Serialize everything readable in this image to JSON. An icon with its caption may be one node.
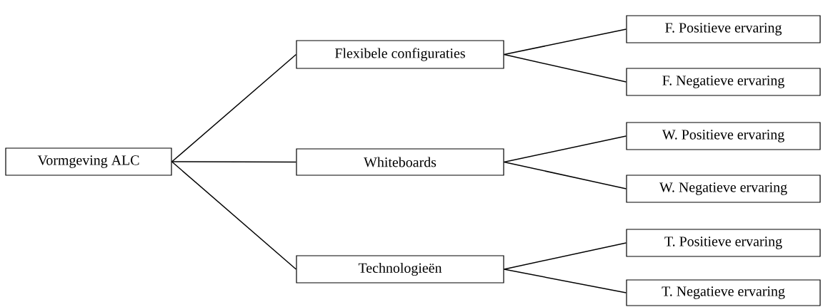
{
  "diagram": {
    "nodes": [
      {
        "text": [
          "Vormgeving ALC"
        ]
      },
      {
        "text": [
          "Flexibele configuraties"
        ]
      },
      {
        "text": [
          "Whiteboards"
        ]
      },
      {
        "text": [
          "Technologieën"
        ]
      },
      {
        "text": [
          "F. Positieve ervaring"
        ]
      },
      {
        "text": [
          "F. Negatieve ervaring"
        ]
      },
      {
        "text": [
          "W. Positieve ervaring"
        ]
      },
      {
        "text": [
          "W. Negatieve ervaring"
        ]
      },
      {
        "text": [
          "T. Positieve ervaring"
        ]
      },
      {
        "text": [
          "T. Negatieve ervaring"
        ]
      }
    ],
    "edges": [
      {
        "from": 0,
        "to": 1,
        "arrow": "none"
      },
      {
        "from": 0,
        "to": 2,
        "arrow": "none"
      },
      {
        "from": 0,
        "to": 3,
        "arrow": "none"
      },
      {
        "from": 1,
        "to": 4,
        "arrow": "none"
      },
      {
        "from": 1,
        "to": 5,
        "arrow": "none"
      },
      {
        "from": 2,
        "to": 6,
        "arrow": "none"
      },
      {
        "from": 2,
        "to": 7,
        "arrow": "none"
      },
      {
        "from": 3,
        "to": 8,
        "arrow": "none"
      },
      {
        "from": 3,
        "to": 9,
        "arrow": "none"
      }
    ]
  }
}
